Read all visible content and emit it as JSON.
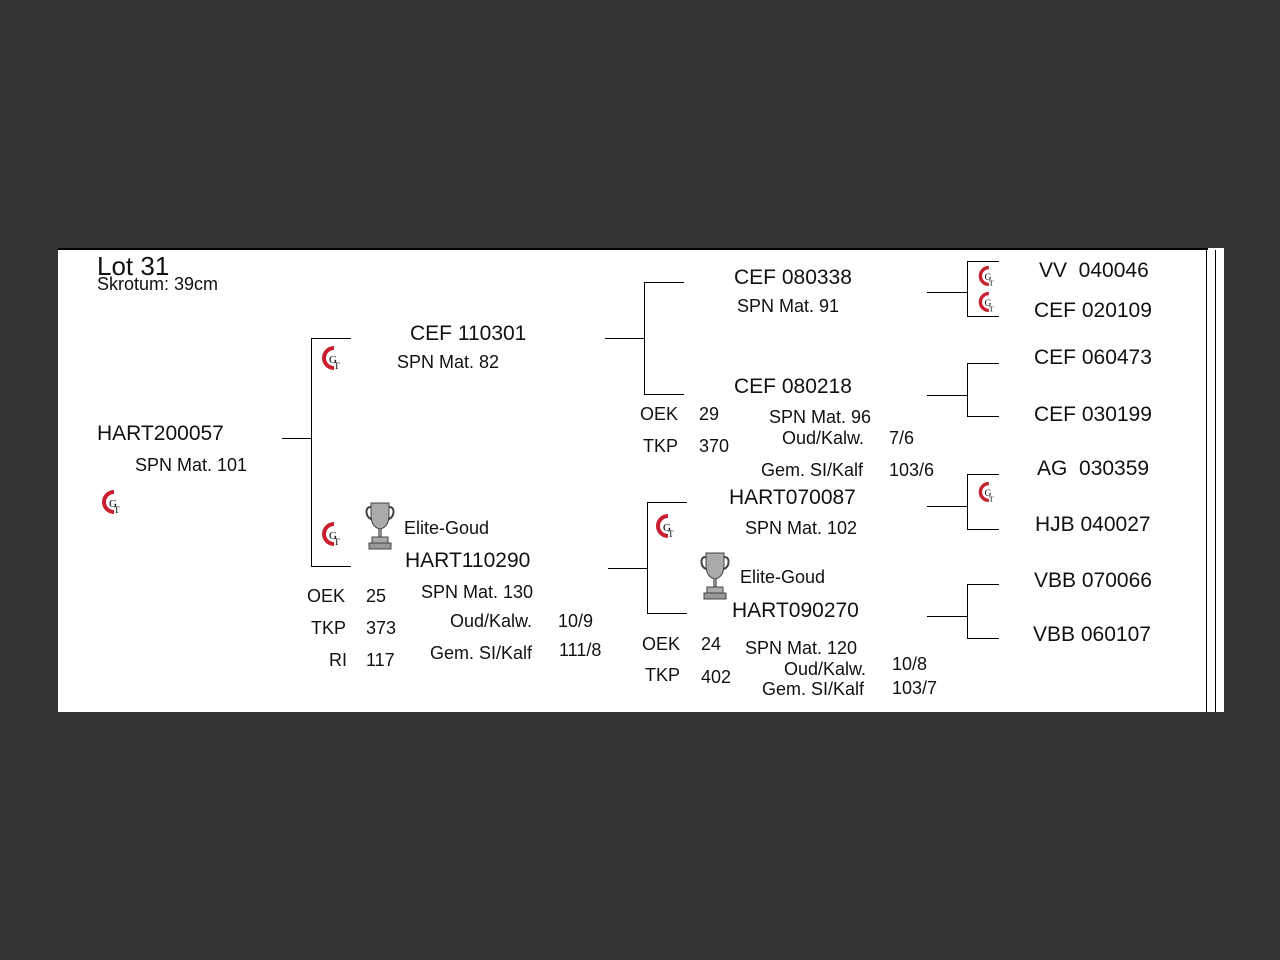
{
  "header": {
    "lot": "Lot 31",
    "skrotum": "Skrotum: 39cm"
  },
  "subject": {
    "id": "HART200057",
    "spn": "SPN Mat. 101",
    "logo": "gt-logo-icon"
  },
  "sire": {
    "id": "CEF 110301",
    "spn": "SPN Mat. 82",
    "logo": "gt-logo-icon"
  },
  "dam": {
    "id": "HART110290",
    "award": "Elite-Goud",
    "spn": "SPN Mat. 130",
    "stats": [
      {
        "label": "OEK",
        "value": "25"
      },
      {
        "label": "TKP",
        "value": "373"
      },
      {
        "label": "RI",
        "value": "117"
      }
    ],
    "oud_label": "Oud/Kalw.",
    "oud_value": "10/9",
    "gem_label": "Gem. SI/Kalf",
    "gem_value": "111/8"
  },
  "sire_sire": {
    "id": "CEF 080338",
    "spn": "SPN Mat. 91"
  },
  "sire_dam": {
    "id": "CEF 080218",
    "spn": "SPN Mat. 96",
    "stats": [
      {
        "label": "OEK",
        "value": "29"
      },
      {
        "label": "TKP",
        "value": "370"
      }
    ],
    "oud_label": "Oud/Kalw.",
    "oud_value": "7/6",
    "gem_label": "Gem. SI/Kalf",
    "gem_value": "103/6"
  },
  "dam_sire": {
    "id": "HART070087",
    "spn": "SPN Mat. 102"
  },
  "dam_dam": {
    "id": "HART090270",
    "award": "Elite-Goud",
    "spn": "SPN Mat. 120",
    "stats": [
      {
        "label": "OEK",
        "value": "24"
      },
      {
        "label": "TKP",
        "value": "402"
      }
    ],
    "oud_label": "Oud/Kalw.",
    "oud_value": "10/8",
    "gem_label": "Gem. SI/Kalf",
    "gem_value": "103/7"
  },
  "gen4": [
    "VV  040046",
    "CEF 020109",
    "CEF 060473",
    "CEF 030199",
    "AG  030359",
    "HJB 040027",
    "VBB 070066",
    "VBB 060107"
  ]
}
